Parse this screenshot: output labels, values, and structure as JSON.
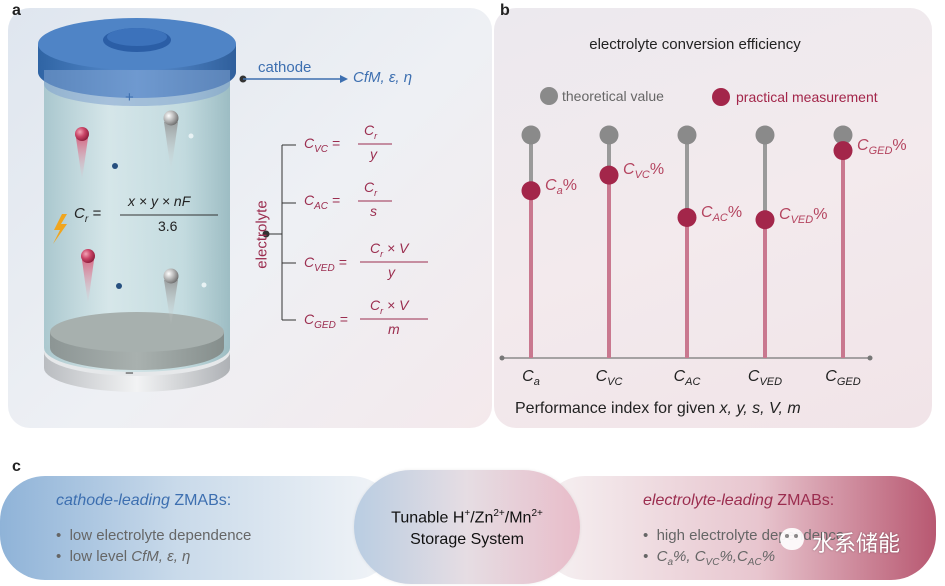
{
  "panel_labels": {
    "a": "a",
    "b": "b",
    "c": "c"
  },
  "panel_a": {
    "terminal_plus": "+",
    "terminal_minus": "−",
    "cathode_label": "cathode",
    "cathode_params": "CfM, ε, η",
    "capacity_lhs": "r",
    "capacity_numer": "x × y × nF",
    "capacity_denom": "3.6",
    "electrolyte_label": "electrolyte",
    "formulas": [
      {
        "sub": "VC",
        "numer": "r",
        "denom": "y"
      },
      {
        "sub": "AC",
        "numer": "r",
        "denom": "s"
      },
      {
        "sub": "VED",
        "numer": "r × V",
        "denom": "y"
      },
      {
        "sub": "GED",
        "numer": "r × V",
        "denom": "m"
      }
    ]
  },
  "panel_b": {
    "title": "electrolyte conversion efficiency",
    "legend_theoretical": "theoretical value",
    "legend_practical": "practical measurement",
    "xlabel_prefix": "Performance index for given ",
    "xlabel_vars": "x, y, s, V, m",
    "colors": {
      "theoretical": "#8a8a8a",
      "practical": "#a3264a",
      "stem_lower": "#c9788f",
      "stem_upper": "#9a9a9a"
    }
  },
  "chart_data": {
    "type": "scatter",
    "categories": [
      "Ca",
      "CVC",
      "CAC",
      "CVED",
      "CGED"
    ],
    "category_labels": [
      {
        "main": "C",
        "sub": "a"
      },
      {
        "main": "C",
        "sub": "VC"
      },
      {
        "main": "C",
        "sub": "AC"
      },
      {
        "main": "C",
        "sub": "VED"
      },
      {
        "main": "C",
        "sub": "GED"
      }
    ],
    "series": [
      {
        "name": "theoretical value",
        "values": [
          1.0,
          1.0,
          1.0,
          1.0,
          1.0
        ]
      },
      {
        "name": "practical measurement",
        "values": [
          0.75,
          0.82,
          0.63,
          0.62,
          0.93
        ]
      }
    ],
    "point_labels": [
      {
        "main": "C",
        "sub": "a",
        "suffix": "%"
      },
      {
        "main": "C",
        "sub": "VC",
        "suffix": "%"
      },
      {
        "main": "C",
        "sub": "AC",
        "suffix": "%"
      },
      {
        "main": "C",
        "sub": "VED",
        "suffix": "%"
      },
      {
        "main": "C",
        "sub": "GED",
        "suffix": "%"
      }
    ],
    "ylim": [
      0,
      1.0
    ],
    "title": "electrolyte conversion efficiency",
    "legend": "top"
  },
  "panel_c": {
    "left_title_italic": "cathode-leading",
    "left_title_rest": " ZMABs:",
    "left_bullets": [
      "low electrolyte dependence",
      "low level "
    ],
    "left_bullet2_italic": "CfM, ε, η",
    "center_text_line1_pre": "Tunable H",
    "center_sup1": "+",
    "center_mid1": "/Zn",
    "center_sup2": "2+",
    "center_mid2": "/Mn",
    "center_sup3": "2+",
    "center_line2": "Storage System",
    "right_title_italic": "electrolyte-leading",
    "right_title_rest": " ZMABs:",
    "right_bullet1": "high electrolyte dependence",
    "right_bullet2": [
      {
        "main": "C",
        "sub": "a",
        "suffix": "%, "
      },
      {
        "main": "C",
        "sub": "VC",
        "suffix": "%,"
      },
      {
        "main": "C",
        "sub": "AC",
        "suffix": "%"
      }
    ],
    "watermark": "水系储能"
  }
}
